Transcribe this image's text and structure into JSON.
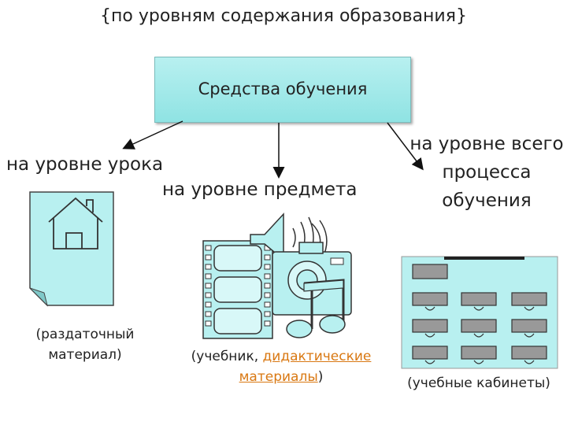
{
  "title": "{по уровням содержания образования}",
  "central": {
    "label": "Средства обучения"
  },
  "levels": {
    "lesson": "на уровне урока",
    "subject": "на уровне предмета",
    "process": "на уровне всего процесса обучения"
  },
  "captions": {
    "handout": "(раздаточный материал)",
    "textbook_prefix": "(учебник, ",
    "textbook_link": "дидактические материалы",
    "textbook_suffix": ")",
    "classrooms": "(учебные кабинеты)"
  },
  "icons": [
    "house-document-icon",
    "film-strip-icon",
    "speaker-icon",
    "camera-icon",
    "music-note-icon",
    "classroom-desks-icon"
  ],
  "colors": {
    "accent": "#8fe3e3",
    "icon_fill": "#b8f0f0",
    "link": "#d97812"
  }
}
